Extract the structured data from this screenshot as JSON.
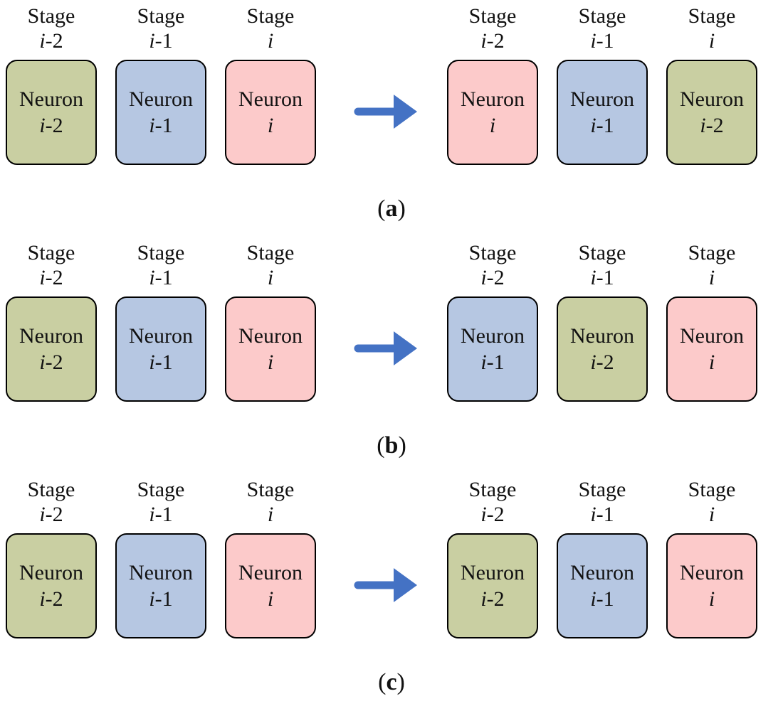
{
  "colors": {
    "green": "#c9cfa2",
    "blue": "#b6c7e2",
    "pink": "#fccaca",
    "arrow": "#4472c4"
  },
  "labels": {
    "stage": "Stage",
    "neuron": "Neuron"
  },
  "panels": [
    {
      "caption": {
        "open": "(",
        "letter": "a",
        "close": ")"
      },
      "left": [
        {
          "color": "green",
          "stage_i": "i",
          "stage_rest": "-2",
          "neuron_i": "i",
          "neuron_rest": "-2"
        },
        {
          "color": "blue",
          "stage_i": "i",
          "stage_rest": "-1",
          "neuron_i": "i",
          "neuron_rest": "-1"
        },
        {
          "color": "pink",
          "stage_i": "i",
          "stage_rest": "",
          "neuron_i": "i",
          "neuron_rest": ""
        }
      ],
      "right": [
        {
          "color": "pink",
          "stage_i": "i",
          "stage_rest": "-2",
          "neuron_i": "i",
          "neuron_rest": ""
        },
        {
          "color": "blue",
          "stage_i": "i",
          "stage_rest": "-1",
          "neuron_i": "i",
          "neuron_rest": "-1"
        },
        {
          "color": "green",
          "stage_i": "i",
          "stage_rest": "",
          "neuron_i": "i",
          "neuron_rest": "-2"
        }
      ]
    },
    {
      "caption": {
        "open": "(",
        "letter": "b",
        "close": ")"
      },
      "left": [
        {
          "color": "green",
          "stage_i": "i",
          "stage_rest": "-2",
          "neuron_i": "i",
          "neuron_rest": "-2"
        },
        {
          "color": "blue",
          "stage_i": "i",
          "stage_rest": "-1",
          "neuron_i": "i",
          "neuron_rest": "-1"
        },
        {
          "color": "pink",
          "stage_i": "i",
          "stage_rest": "",
          "neuron_i": "i",
          "neuron_rest": ""
        }
      ],
      "right": [
        {
          "color": "blue",
          "stage_i": "i",
          "stage_rest": "-2",
          "neuron_i": "i",
          "neuron_rest": "-1"
        },
        {
          "color": "green",
          "stage_i": "i",
          "stage_rest": "-1",
          "neuron_i": "i",
          "neuron_rest": "-2"
        },
        {
          "color": "pink",
          "stage_i": "i",
          "stage_rest": "",
          "neuron_i": "i",
          "neuron_rest": ""
        }
      ]
    },
    {
      "caption": {
        "open": "(",
        "letter": "c",
        "close": ")"
      },
      "left": [
        {
          "color": "green",
          "stage_i": "i",
          "stage_rest": "-2",
          "neuron_i": "i",
          "neuron_rest": "-2"
        },
        {
          "color": "blue",
          "stage_i": "i",
          "stage_rest": "-1",
          "neuron_i": "i",
          "neuron_rest": "-1"
        },
        {
          "color": "pink",
          "stage_i": "i",
          "stage_rest": "",
          "neuron_i": "i",
          "neuron_rest": ""
        }
      ],
      "right": [
        {
          "color": "green",
          "stage_i": "i",
          "stage_rest": "-2",
          "neuron_i": "i",
          "neuron_rest": "-2"
        },
        {
          "color": "blue",
          "stage_i": "i",
          "stage_rest": "-1",
          "neuron_i": "i",
          "neuron_rest": "-1"
        },
        {
          "color": "pink",
          "stage_i": "i",
          "stage_rest": "",
          "neuron_i": "i",
          "neuron_rest": ""
        }
      ]
    }
  ]
}
